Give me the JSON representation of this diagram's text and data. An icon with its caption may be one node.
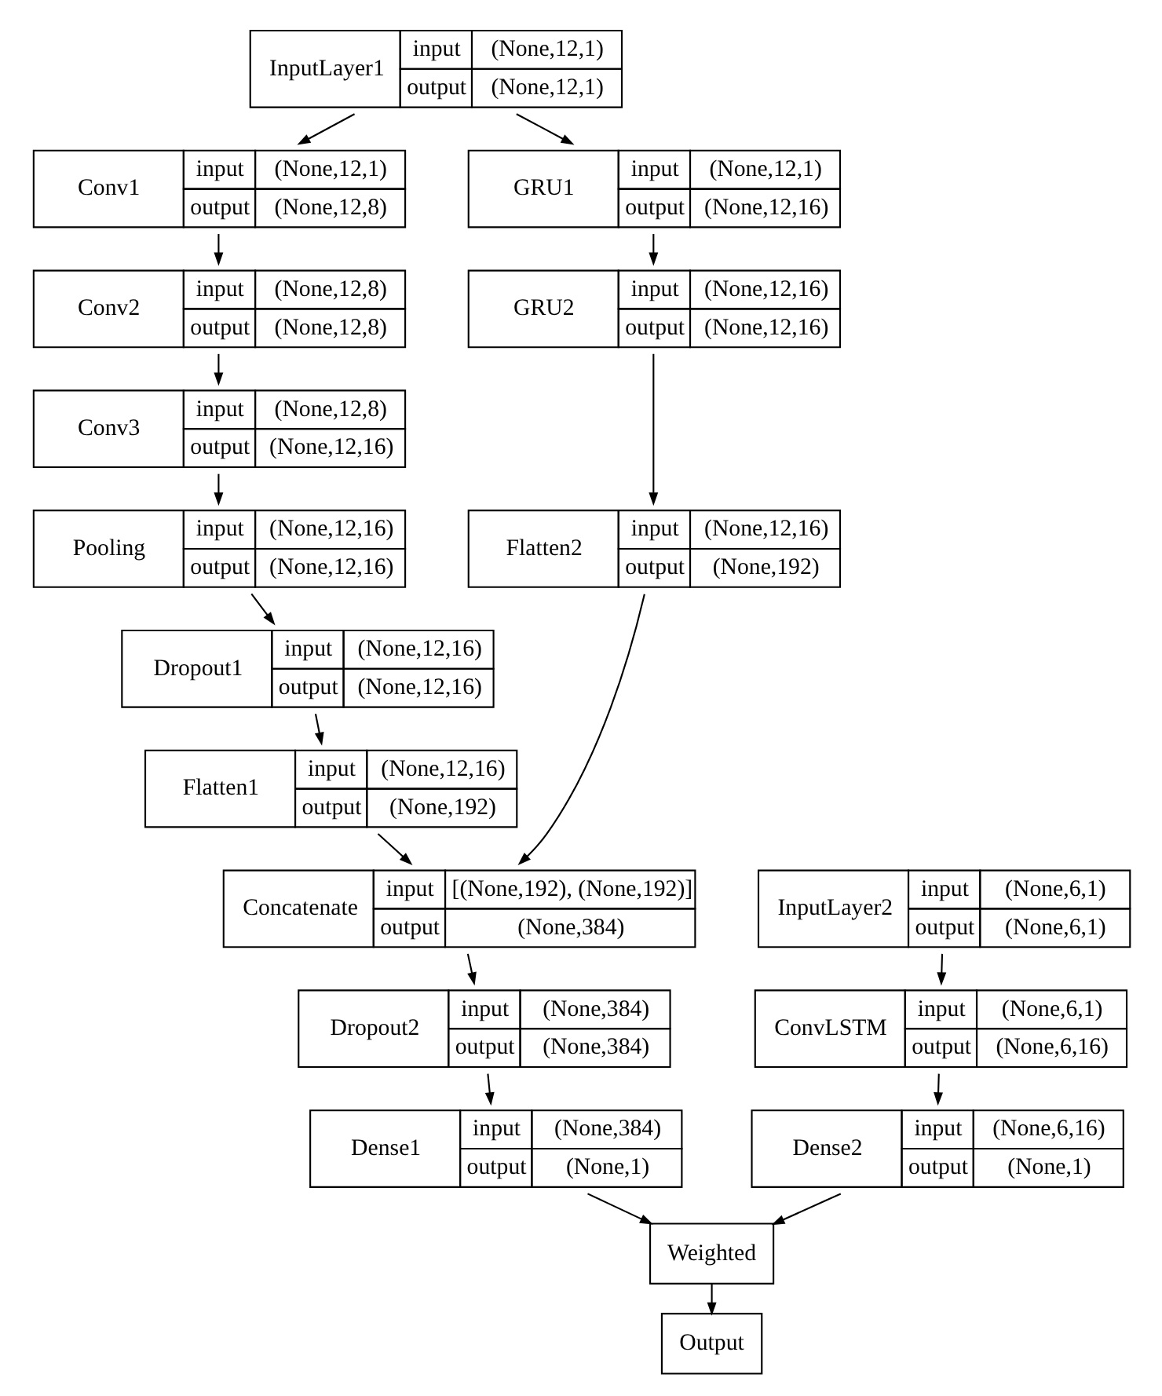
{
  "diagram": {
    "nodes": [
      {
        "text": [
          "InputLayer1",
          "input",
          "(None,12,1)",
          "output",
          "(None,12,1)"
        ]
      },
      {
        "text": [
          "Conv1",
          "input",
          "(None,12,1)",
          "output",
          "(None,12,8)"
        ]
      },
      {
        "text": [
          "GRU1",
          "input",
          "(None,12,1)",
          "output",
          "(None,12,16)"
        ]
      },
      {
        "text": [
          "Conv2",
          "input",
          "(None,12,8)",
          "output",
          "(None,12,8)"
        ]
      },
      {
        "text": [
          "GRU2",
          "input",
          "(None,12,16)",
          "output",
          "(None,12,16)"
        ]
      },
      {
        "text": [
          "Conv3",
          "input",
          "(None,12,8)",
          "output",
          "(None,12,16)"
        ]
      },
      {
        "text": [
          "Pooling",
          "input",
          "(None,12,16)",
          "output",
          "(None,12,16)"
        ]
      },
      {
        "text": [
          "Flatten2",
          "input",
          "(None,12,16)",
          "output",
          "(None,192)"
        ]
      },
      {
        "text": [
          "Dropout1",
          "input",
          "(None,12,16)",
          "output",
          "(None,12,16)"
        ]
      },
      {
        "text": [
          "Concatenate",
          "input",
          "[(None,192), (None,192)]",
          "output",
          "(None,384)"
        ]
      },
      {
        "text": [
          "Flatten1",
          "input",
          "(None,12,16)",
          "output",
          "(None,192)"
        ]
      },
      {
        "text": [
          "Dropout2",
          "input",
          "(None,384)",
          "output",
          "(None,384)"
        ]
      },
      {
        "text": [
          "InputLayer2",
          "input",
          "(None,6,1)",
          "output",
          "(None,6,1)"
        ]
      },
      {
        "text": [
          "ConvLSTM",
          "input",
          "(None,6,1)",
          "output",
          "(None,6,16)"
        ]
      },
      {
        "text": [
          "Dense1",
          "input",
          "(None,384)",
          "output",
          "(None,1)"
        ]
      },
      {
        "text": [
          "Dense2",
          "input",
          "(None,6,16)",
          "output",
          "(None,1)"
        ]
      },
      {
        "text": [
          "Weighted"
        ]
      },
      {
        "text": [
          "Output"
        ]
      }
    ],
    "edges": [
      {
        "from": 0,
        "to": 1,
        "arrow": "to"
      },
      {
        "from": 0,
        "to": 2,
        "arrow": "to"
      },
      {
        "from": 1,
        "to": 3,
        "arrow": "to"
      },
      {
        "from": 3,
        "to": 5,
        "arrow": "to"
      },
      {
        "from": 5,
        "to": 6,
        "arrow": "to"
      },
      {
        "from": 6,
        "to": 8,
        "arrow": "to"
      },
      {
        "from": 8,
        "to": 10,
        "arrow": "to"
      },
      {
        "from": 2,
        "to": 4,
        "arrow": "to"
      },
      {
        "from": 4,
        "to": 7,
        "arrow": "to"
      },
      {
        "from": 7,
        "to": 9,
        "arrow": "to"
      },
      {
        "from": 10,
        "to": 9,
        "arrow": "to"
      },
      {
        "from": 9,
        "to": 11,
        "arrow": "to"
      },
      {
        "from": 11,
        "to": 14,
        "arrow": "to"
      },
      {
        "from": 12,
        "to": 13,
        "arrow": "to"
      },
      {
        "from": 13,
        "to": 15,
        "arrow": "to"
      },
      {
        "from": 15,
        "to": 16,
        "arrow": "to"
      },
      {
        "from": 14,
        "to": 16,
        "arrow": "to"
      },
      {
        "from": 16,
        "to": 17,
        "arrow": "to"
      }
    ]
  }
}
